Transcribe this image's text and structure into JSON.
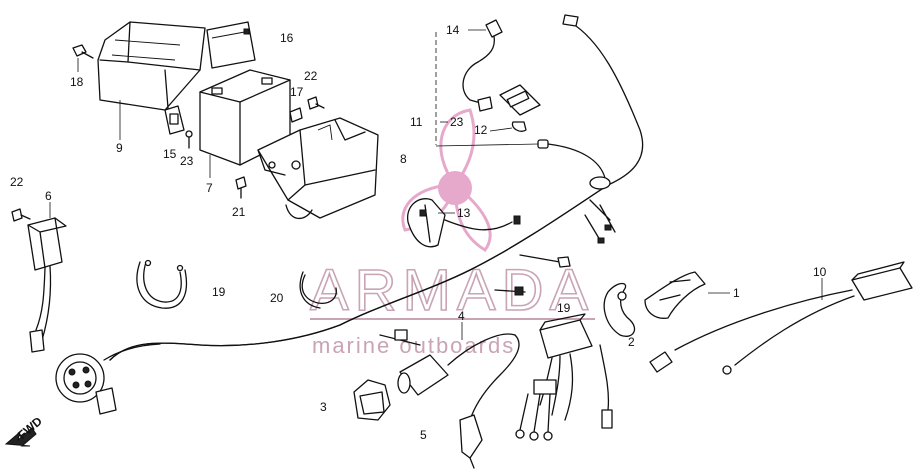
{
  "callouts": {
    "n1": "1",
    "n2": "2",
    "n3": "3",
    "n4": "4",
    "n5": "5",
    "n6": "6",
    "n7": "7",
    "n8": "8",
    "n9": "9",
    "n10": "10",
    "n11": "11",
    "n12": "12",
    "n13": "13",
    "n14": "14",
    "n15": "15",
    "n16": "16",
    "n17": "17",
    "n18": "18",
    "n19a": "19",
    "n19b": "19",
    "n20": "20",
    "n21": "21",
    "n22a": "22",
    "n22b": "22",
    "n23a": "23",
    "n23b": "23"
  },
  "watermark": {
    "brand": "ARMADA",
    "tagline": "marine outboards",
    "color": "#e29bc2"
  },
  "direction_label": "FWD"
}
